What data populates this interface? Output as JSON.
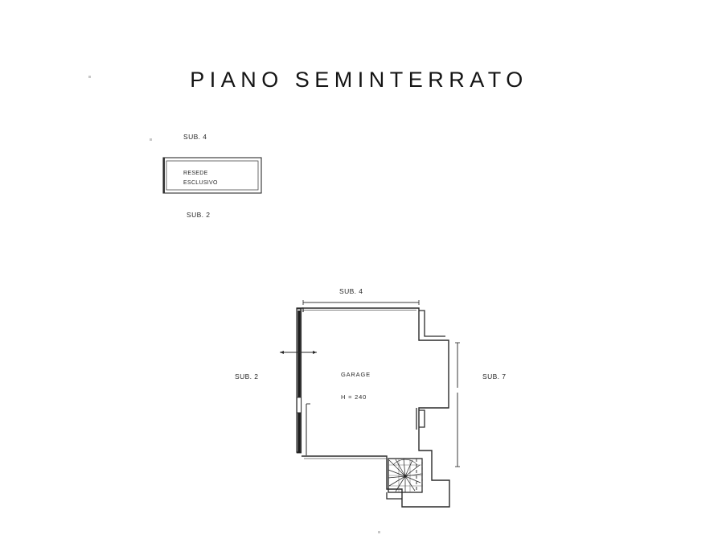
{
  "document": {
    "title": "PIANO SEMINTERRATO",
    "type": "architectural-floor-plan",
    "language": "it",
    "background_color": "#ffffff",
    "line_color": "#1a1a1a"
  },
  "upper_block": {
    "label_above": "SUB. 4",
    "label_below": "SUB. 2",
    "inner_text_line1": "RESEDE",
    "inner_text_line2": "ESCLUSIVO"
  },
  "main_plan": {
    "label_top": "SUB. 4",
    "label_left": "SUB. 2",
    "label_right": "SUB. 7",
    "room_name": "GARAGE",
    "room_height": "H = 240"
  },
  "features": {
    "staircase": "spiral-winder-staircase",
    "door_opening": "left-wall-opening",
    "dimension_line_top": "top-dimension-line",
    "dimension_line_right": "right-dimension-line",
    "section_marker": "horizontal-section-arrow"
  }
}
